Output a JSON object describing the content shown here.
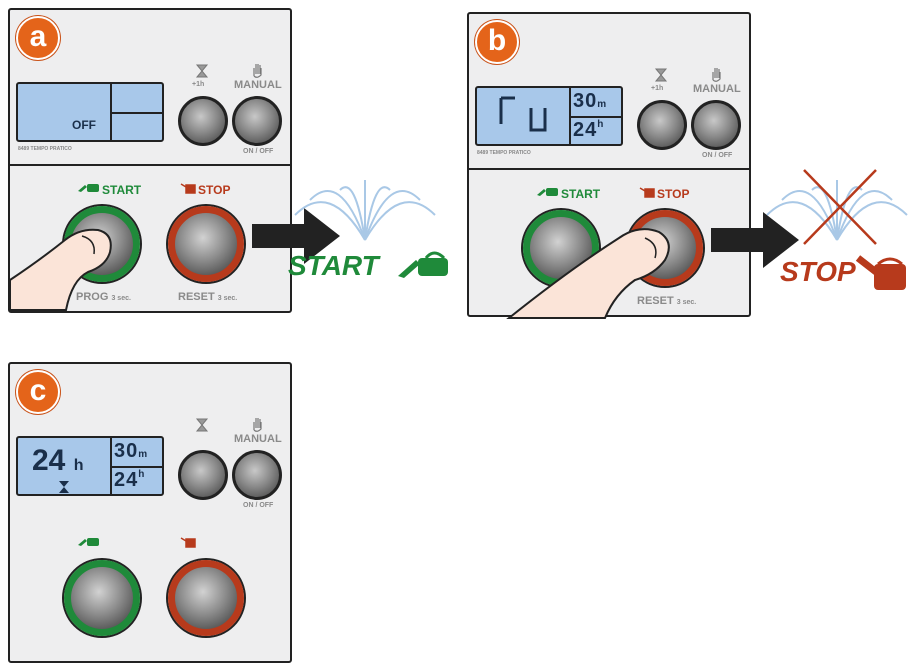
{
  "panel_a": {
    "badge": "a",
    "lcd_text": "OFF",
    "lcd_footer": "8489 TEMPO PRATICO",
    "plus_label": "+1h",
    "manual_label": "MANUAL",
    "onoff_label": "ON / OFF",
    "start_label": "START",
    "stop_label": "STOP",
    "prog_label": "PROG",
    "reset_label": "RESET",
    "hold_suffix": "3 sec."
  },
  "arrow1_label": "START",
  "panel_b": {
    "badge": "b",
    "lcd_footer": "8489 TEMPO PRATICO",
    "lcd_top_right": "30",
    "lcd_top_unit": "m",
    "lcd_bottom_right": "24",
    "lcd_bottom_unit": "h",
    "plus_label": "+1h",
    "manual_label": "MANUAL",
    "onoff_label": "ON / OFF",
    "start_label": "START",
    "stop_label": "STOP",
    "reset_label": "RESET",
    "hold_suffix": "3 sec."
  },
  "arrow2_label": "STOP",
  "panel_c": {
    "badge": "c",
    "lcd_main": "24",
    "lcd_main_unit": "h",
    "lcd_top_right": "30",
    "lcd_top_unit": "m",
    "lcd_bottom_right": "24",
    "lcd_bottom_unit": "h",
    "manual_label": "MANUAL",
    "onoff_label": "ON / OFF"
  },
  "colors": {
    "accent_orange": "#e4641a",
    "start_green": "#1f8a3a",
    "stop_red": "#b73a1c",
    "lcd_blue": "#a8c8ea"
  }
}
